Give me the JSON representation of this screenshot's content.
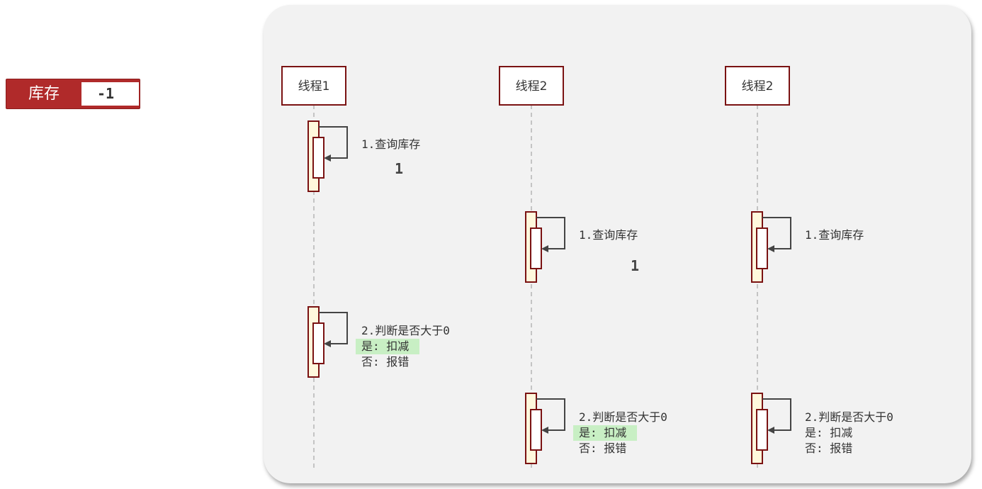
{
  "stock": {
    "label": "库存",
    "value": "-1"
  },
  "colors": {
    "accent": "#b02a2a",
    "lifeline_border": "#7a1212",
    "activation_fill": "#fff8dc",
    "highlight": "#c8efc4"
  },
  "lanes": [
    {
      "title": "线程1",
      "steps": [
        {
          "lines": [
            "1.查询库存"
          ],
          "result": "1"
        },
        {
          "lines": [
            "2.判断是否大于0",
            "是: 扣减",
            "否: 报错"
          ],
          "highlight_line": 1
        }
      ]
    },
    {
      "title": "线程2",
      "steps": [
        {
          "lines": [
            "1.查询库存"
          ],
          "result": "1"
        },
        {
          "lines": [
            "2.判断是否大于0",
            "是: 扣减",
            "否: 报错"
          ],
          "highlight_line": 1
        }
      ]
    },
    {
      "title": "线程2",
      "steps": [
        {
          "lines": [
            "1.查询库存"
          ]
        },
        {
          "lines": [
            "2.判断是否大于0",
            "是: 扣减",
            "否: 报错"
          ]
        }
      ]
    }
  ]
}
